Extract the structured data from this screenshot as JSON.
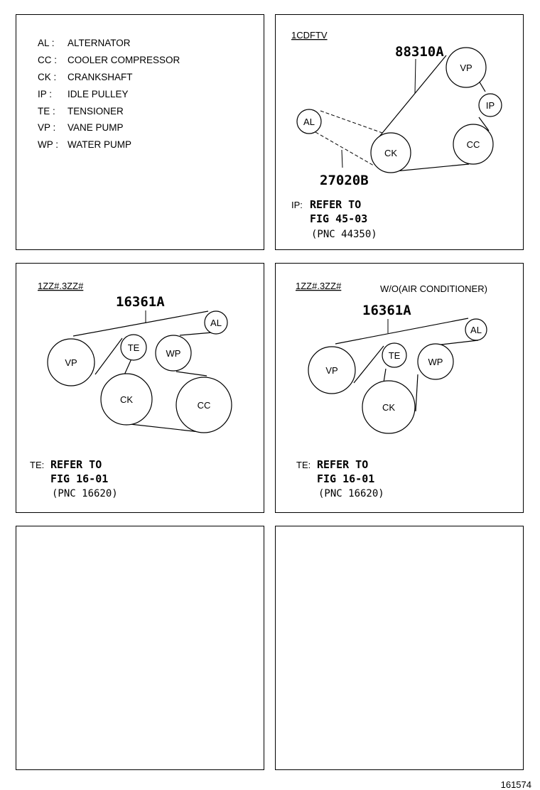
{
  "legend": [
    {
      "abbr": "AL :",
      "name": "ALTERNATOR"
    },
    {
      "abbr": "CC :",
      "name": "COOLER COMPRESSOR"
    },
    {
      "abbr": "CK :",
      "name": "CRANKSHAFT"
    },
    {
      "abbr": "IP  :",
      "name": "IDLE PULLEY"
    },
    {
      "abbr": "TE :",
      "name": "TENSIONER"
    },
    {
      "abbr": "VP :",
      "name": "VANE PUMP"
    },
    {
      "abbr": "WP :",
      "name": "WATER PUMP"
    }
  ],
  "diagram_1cd": {
    "engine": "1CDFTV",
    "belt_upper": "88310A",
    "belt_lower": "27020B",
    "pulleys": {
      "vp": "VP",
      "ip": "IP",
      "cc": "CC",
      "ck": "CK",
      "al": "AL"
    },
    "note_prefix": "IP:",
    "note_line1": "REFER TO",
    "note_line2": "FIG 45-03",
    "note_line3": "(PNC 44350)"
  },
  "diagram_1zz_ac": {
    "engine": "1ZZ#.3ZZ#",
    "belt": "16361A",
    "pulleys": {
      "al": "AL",
      "vp": "VP",
      "te": "TE",
      "wp": "WP",
      "ck": "CK",
      "cc": "CC"
    },
    "note_prefix": "TE:",
    "note_line1": "REFER TO",
    "note_line2": "FIG 16-01",
    "note_line3": "(PNC 16620)"
  },
  "diagram_1zz_noac": {
    "engine": "1ZZ#.3ZZ#",
    "condition": "W/O(AIR CONDITIONER)",
    "belt": "16361A",
    "pulleys": {
      "al": "AL",
      "vp": "VP",
      "te": "TE",
      "wp": "WP",
      "ck": "CK"
    },
    "note_prefix": "TE:",
    "note_line1": "REFER TO",
    "note_line2": "FIG 16-01",
    "note_line3": "(PNC 16620)"
  },
  "figure_id": "161574"
}
